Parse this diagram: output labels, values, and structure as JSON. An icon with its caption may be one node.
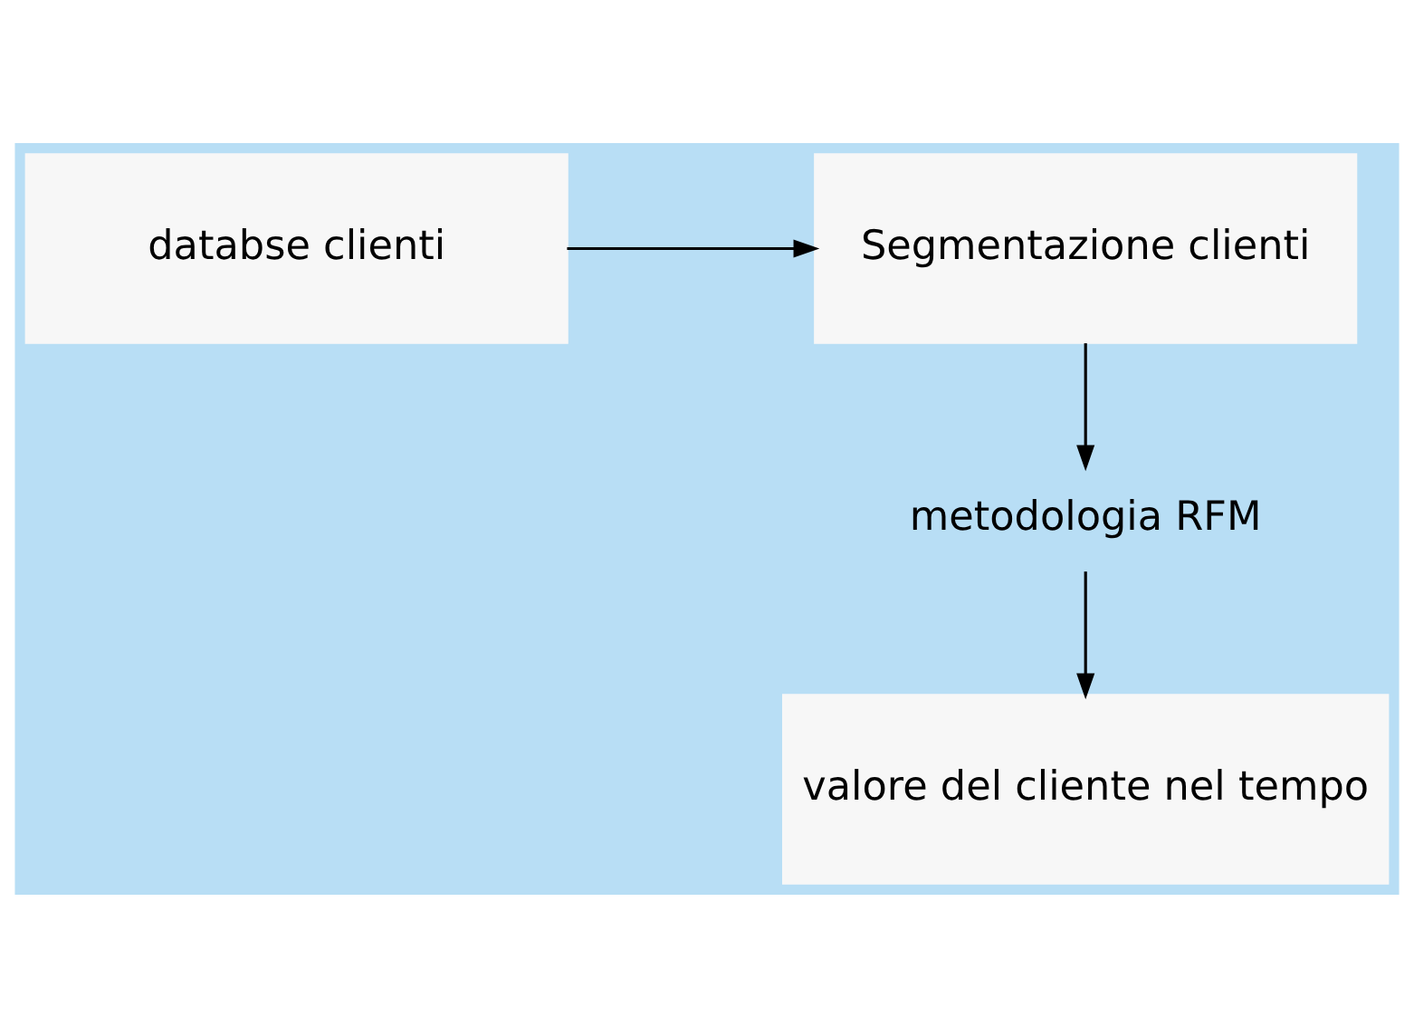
{
  "diagram": {
    "nodes": [
      {
        "text": [
          "databse clienti"
        ]
      },
      {
        "text": [
          "Segmentazione clienti"
        ]
      },
      {
        "text": [
          "metodologia RFM"
        ]
      },
      {
        "text": [
          "valore del cliente nel tempo"
        ]
      }
    ],
    "edges": [
      {
        "from": 0,
        "to": 1,
        "arrow": "to"
      },
      {
        "from": 1,
        "to": 2,
        "arrow": "to"
      },
      {
        "from": 2,
        "to": 3,
        "arrow": "to"
      }
    ]
  }
}
